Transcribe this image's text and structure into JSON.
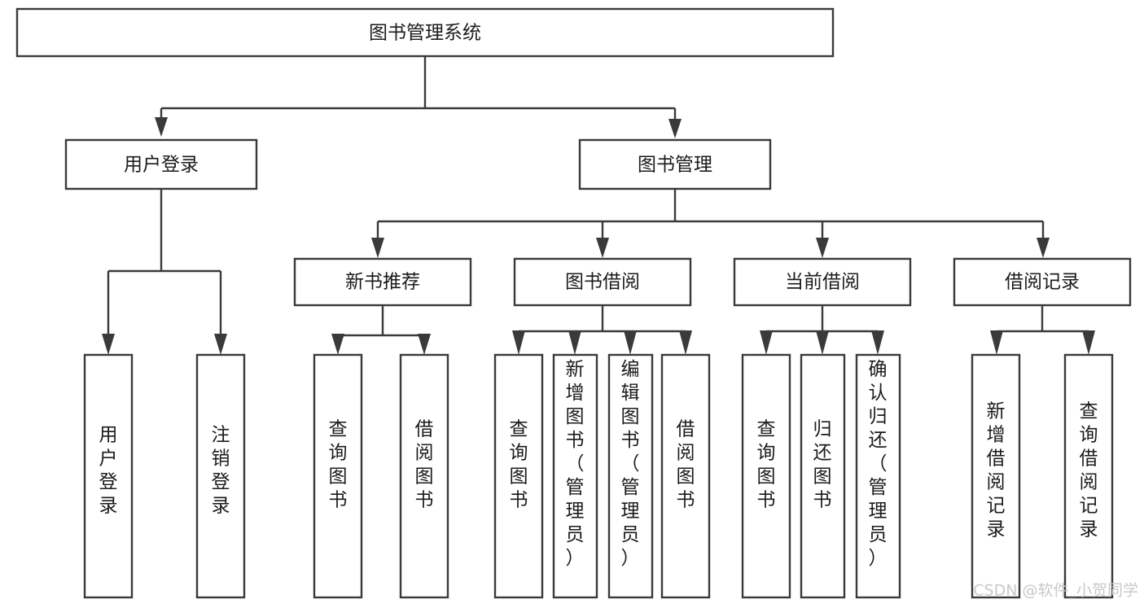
{
  "diagram": {
    "title": "图书管理系统",
    "type": "hierarchy-tree",
    "watermark": "CSDN @软件_小贺同学",
    "colors": {
      "background": "#ffffff",
      "box_fill": "#ffffff",
      "box_stroke": "#3a3a3a",
      "text": "#1b1b1b",
      "watermark": "#c9c9c9"
    },
    "root": {
      "label": "图书管理系统"
    },
    "level2": [
      {
        "label": "用户登录"
      },
      {
        "label": "图书管理"
      }
    ],
    "level3": [
      {
        "label": "新书推荐"
      },
      {
        "label": "图书借阅"
      },
      {
        "label": "当前借阅"
      },
      {
        "label": "借阅记录"
      }
    ],
    "leaves": {
      "user_login": [
        {
          "label": "用户登录"
        },
        {
          "label": "注销登录"
        }
      ],
      "new_book_recommend": [
        {
          "label": "查询图书"
        },
        {
          "label": "借阅图书"
        }
      ],
      "book_borrow": [
        {
          "label": "查询图书"
        },
        {
          "label": "新增图书（管理员）"
        },
        {
          "label": "编辑图书（管理员）"
        },
        {
          "label": "借阅图书"
        }
      ],
      "current_borrow": [
        {
          "label": "查询图书"
        },
        {
          "label": "归还图书"
        },
        {
          "label": "确认归还（管理员）"
        }
      ],
      "borrow_record": [
        {
          "label": "新增借阅记录"
        },
        {
          "label": "查询借阅记录"
        }
      ]
    }
  }
}
